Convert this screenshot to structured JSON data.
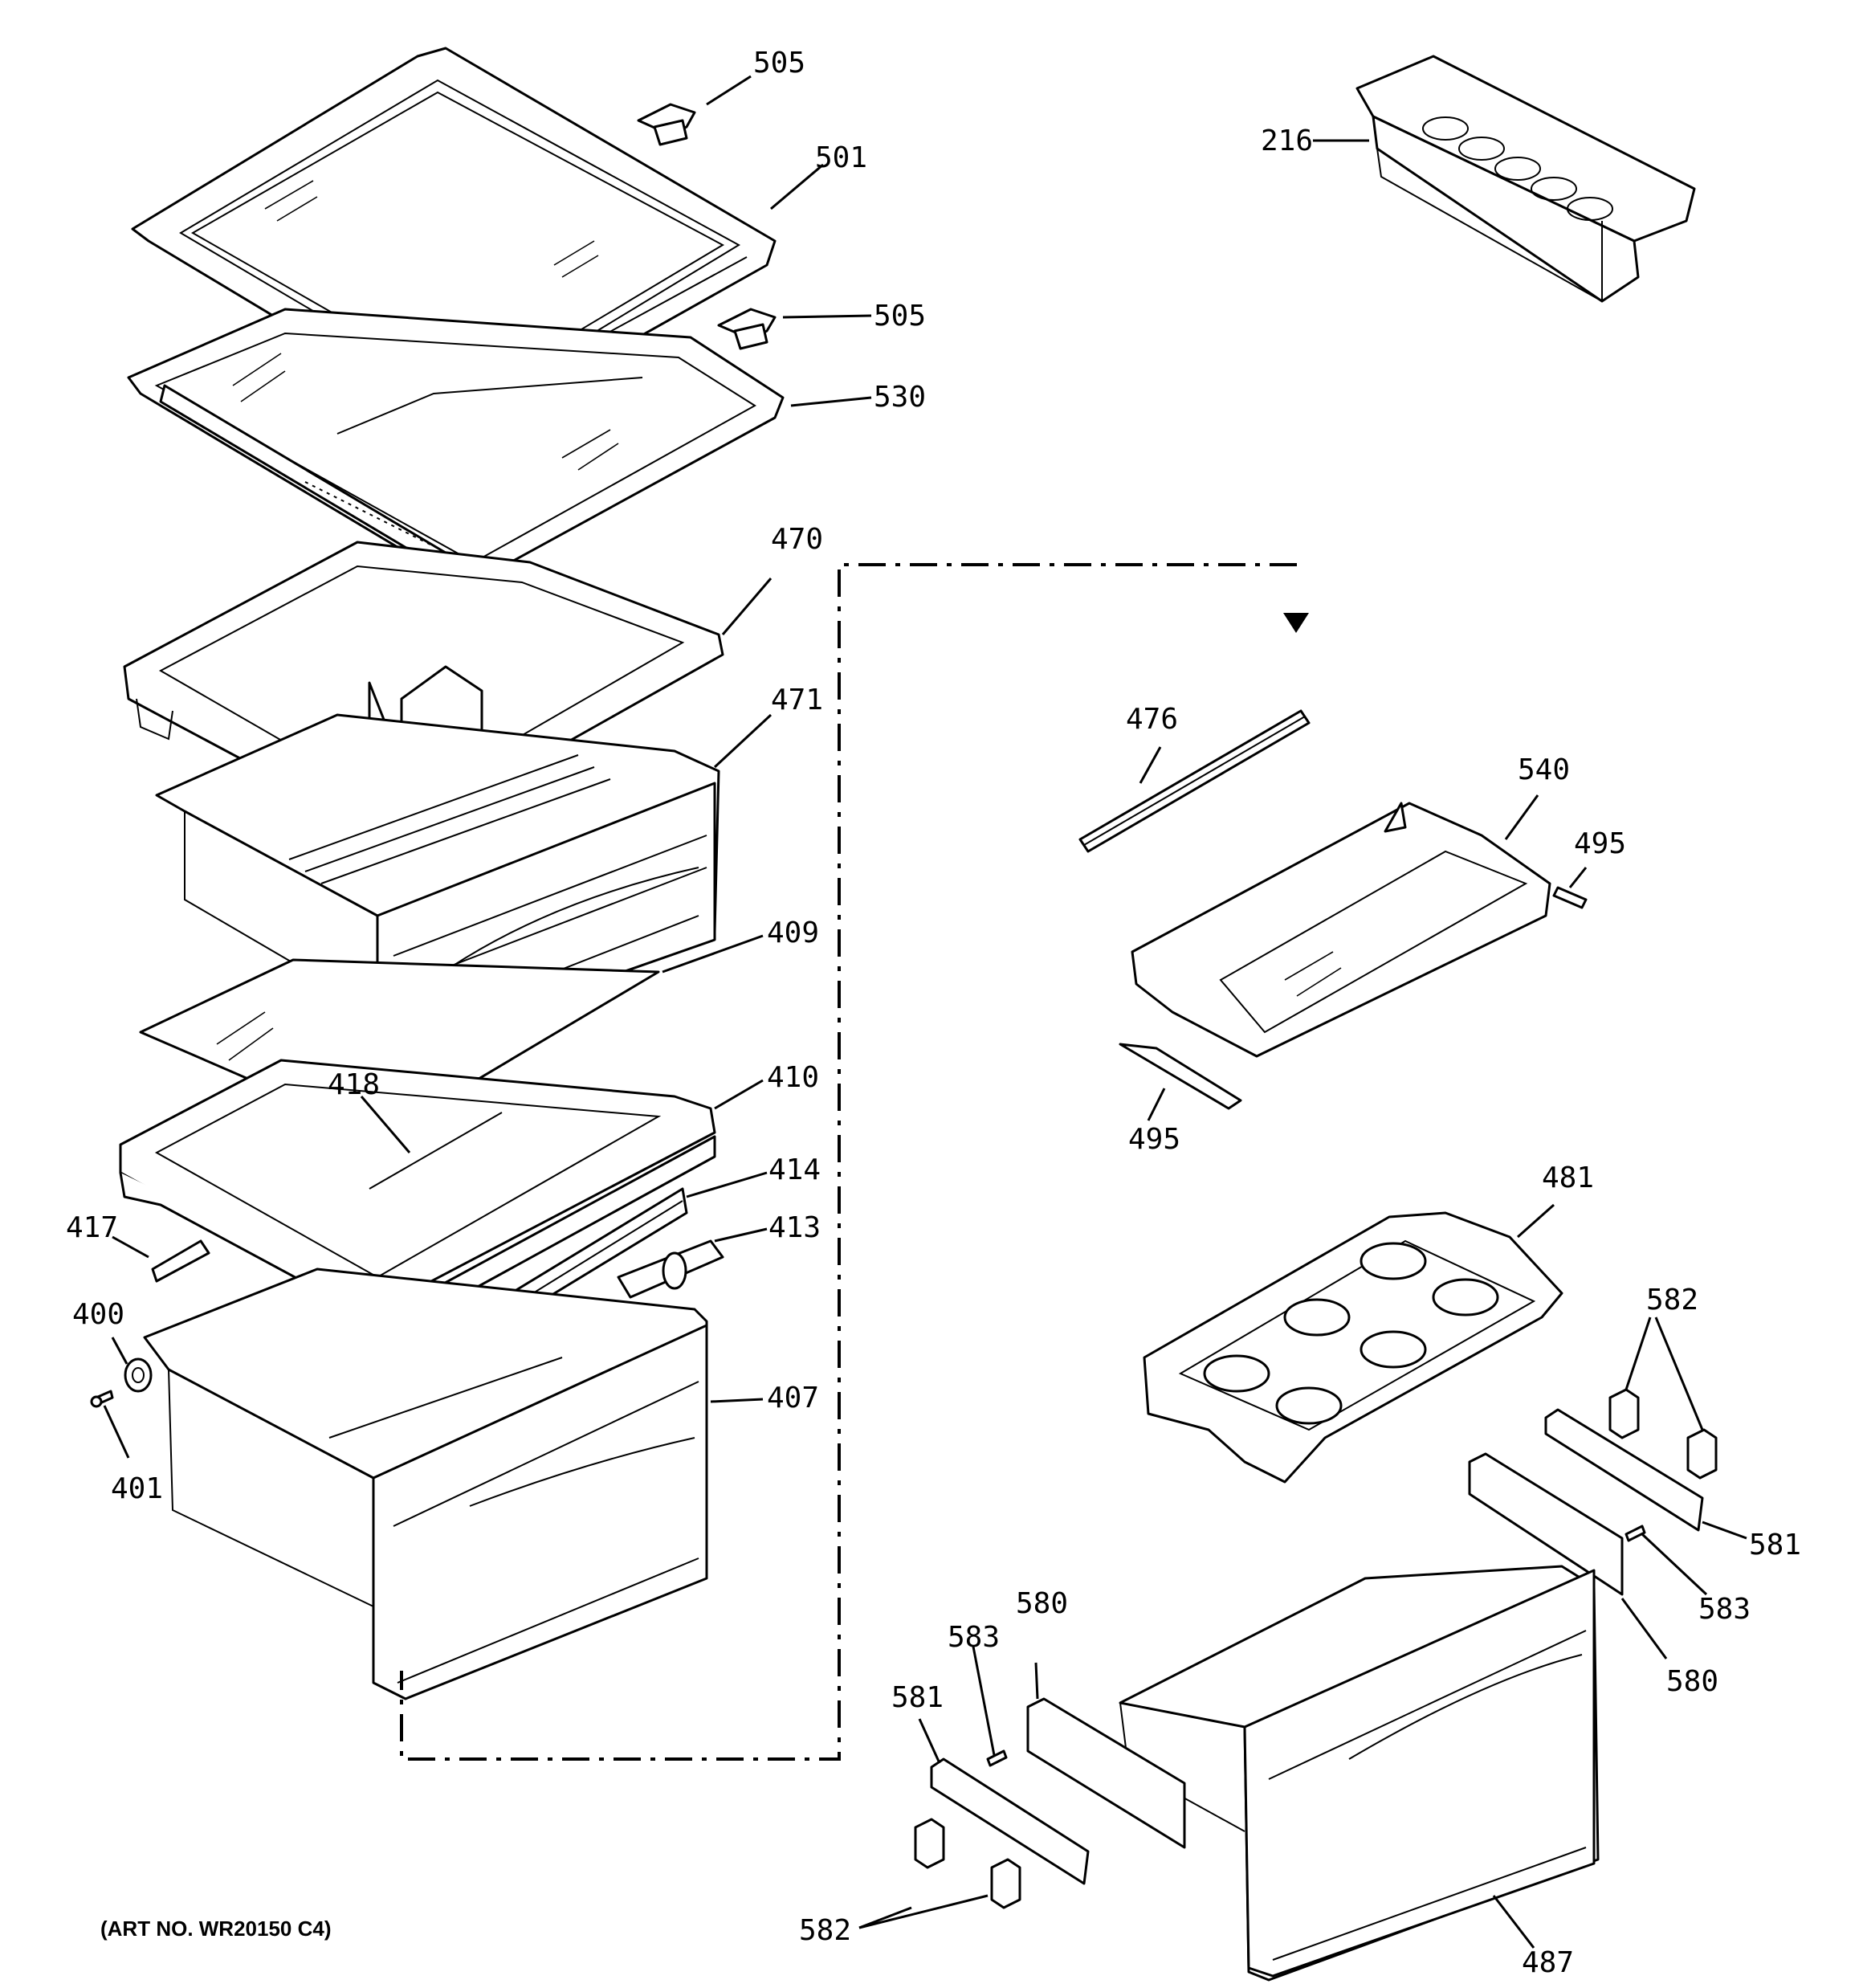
{
  "diagram": {
    "art_number": "(ART NO. WR20150 C4)",
    "callouts": {
      "c505a": "505",
      "c501": "501",
      "c505b": "505",
      "c530": "530",
      "c216": "216",
      "c470": "470",
      "c471": "471",
      "c409": "409",
      "c418": "418",
      "c410": "410",
      "c414": "414",
      "c417": "417",
      "c413": "413",
      "c400": "400",
      "c407": "407",
      "c401": "401",
      "c476": "476",
      "c540": "540",
      "c495a": "495",
      "c495b": "495",
      "c481": "481",
      "c582a": "582",
      "c581a": "581",
      "c583a": "583",
      "c580a": "580",
      "c580b": "580",
      "c583b": "583",
      "c581b": "581",
      "c487": "487",
      "c582b": "582"
    }
  }
}
